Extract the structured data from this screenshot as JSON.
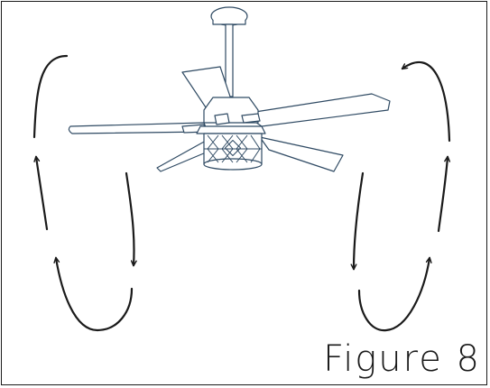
{
  "figure": {
    "caption": "Figure 8"
  },
  "colors": {
    "line": "#1a1a1a",
    "fan_outline": "#2f4a63",
    "background": "#ffffff"
  },
  "icons": {
    "fan": "ceiling-fan-with-lattice-light",
    "flow": "circular-airflow-arrow"
  }
}
